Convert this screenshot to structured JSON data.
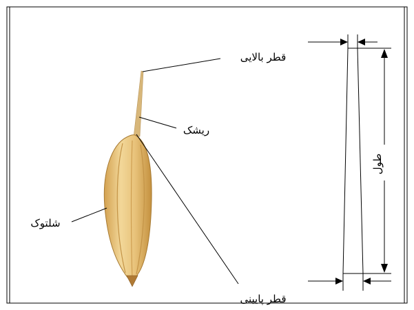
{
  "labels": {
    "top_diameter": "قطر بالایی",
    "awn": "ریشک",
    "paddy_grain": "شلتوک",
    "length": "طول",
    "bottom_diameter": "قطر پایینی"
  },
  "colors": {
    "frame": "#000000",
    "grain_light": "#f0d48e",
    "grain_mid": "#e2b05c",
    "grain_dark": "#b7883a",
    "awn": "#d6b57a"
  }
}
